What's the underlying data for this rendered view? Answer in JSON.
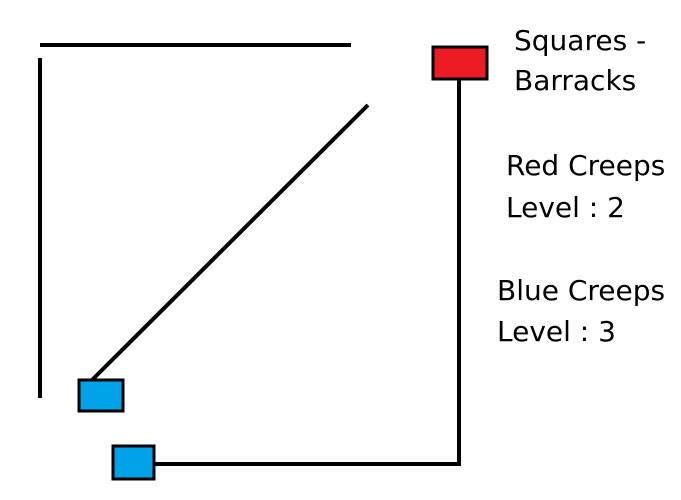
{
  "legend": {
    "line1": "Squares -",
    "line2": "Barracks"
  },
  "red_creeps": {
    "name": "Red Creeps",
    "level": "Level : 2",
    "color": "#ed1c24"
  },
  "blue_creeps": {
    "name": "Blue Creeps",
    "level": "Level : 3",
    "color": "#00a2e8"
  },
  "line_color": "#000000",
  "background": "#ffffff"
}
